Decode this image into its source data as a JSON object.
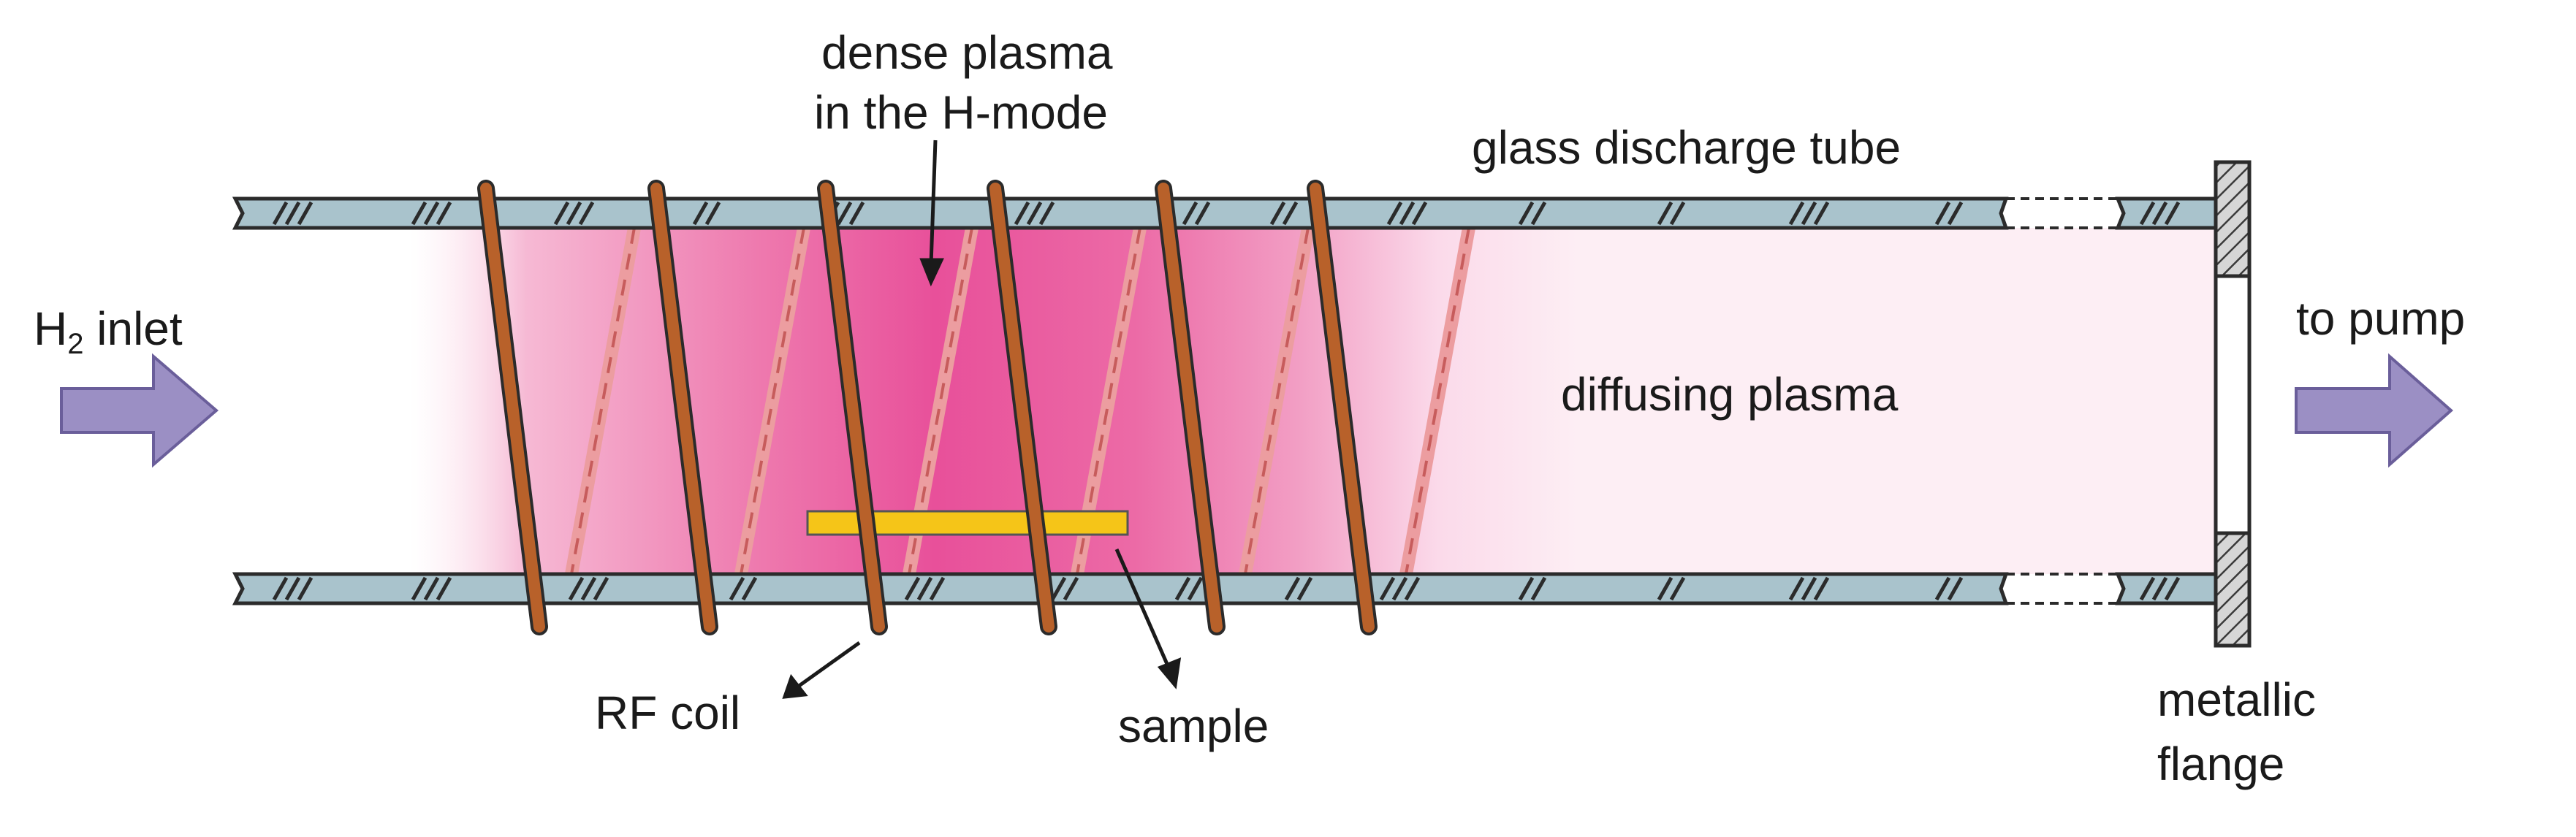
{
  "labels": {
    "dense_plasma_line1": "dense plasma",
    "dense_plasma_line2": "in the H-mode",
    "glass_tube": "glass discharge tube",
    "h2_inlet_main": "H",
    "h2_inlet_sub": "2",
    "h2_inlet_rest": " inlet",
    "to_pump": "to pump",
    "diffusing_plasma": "diffusing plasma",
    "rf_coil": "RF coil",
    "sample": "sample",
    "flange_line1": "metallic",
    "flange_line2": "flange"
  },
  "colors": {
    "tube_fill": "#a9c3cc",
    "tube_stroke": "#2b2b2b",
    "coil": "#b8612a",
    "coil_back": "#e89a9a",
    "plasma_core": "#e8509a",
    "plasma_diffuse": "#fde8f1",
    "sample": "#f5c518",
    "arrow_fill": "#9b8fc4",
    "flange_fill": "#cfcfcf"
  },
  "icons": {
    "inlet_arrow": "right-arrow-icon",
    "outlet_arrow": "right-arrow-icon"
  }
}
